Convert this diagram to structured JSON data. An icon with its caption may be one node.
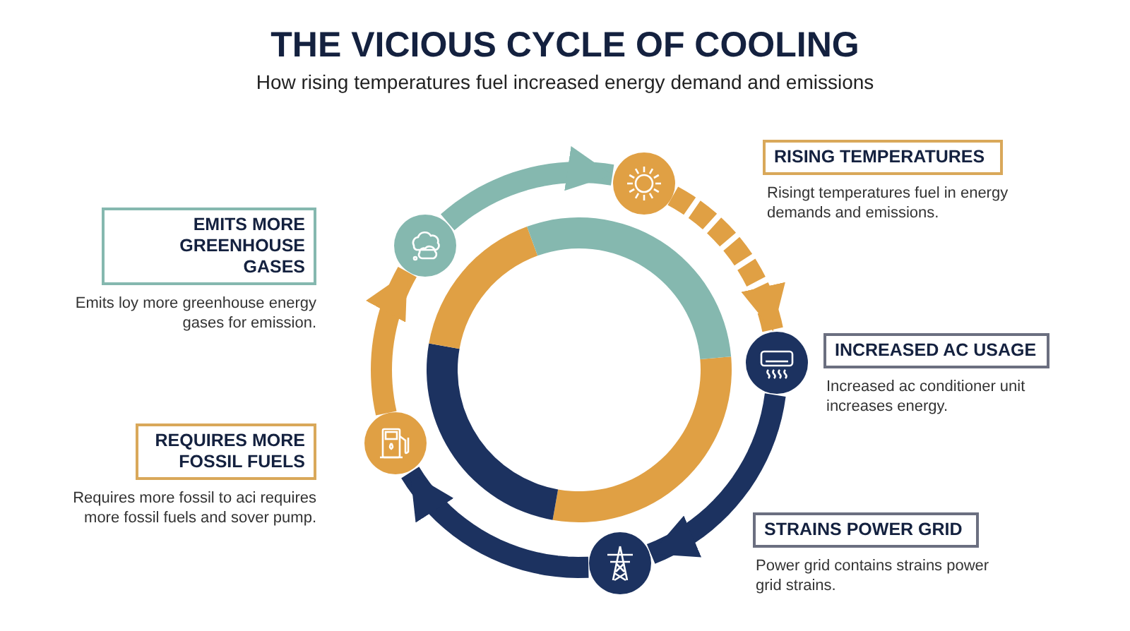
{
  "diagram": {
    "title": "THE VICIOUS CYCLE OF COOLING",
    "nodes": [
      {
        "text": [
          "RISING TEMPERATURES"
        ],
        "beside": [
          "Risingt temperatures fuel in energy demands and emissions."
        ]
      },
      {
        "text": [
          "INCREASED AC USAGE"
        ],
        "beside": [
          "Increased ac conditioner unit increases energy."
        ]
      },
      {
        "text": [
          "STRAINS POWER GRID"
        ],
        "beside": [
          "Power grid contains strains power grid strains."
        ]
      },
      {
        "text": [
          "REQUIRES MORE FOSSIL FUELS"
        ],
        "beside": [
          "Requires more fossil to aci requires more fossil fuels and sover pump."
        ]
      },
      {
        "text": [
          "EMITS MORE GREENHOUSE GASES"
        ],
        "beside": [
          "Emits loy more greenhouse energy gases for emission."
        ]
      },
      {
        "text": [],
        "shape": "circle"
      },
      {
        "text": [],
        "shape": "circle"
      },
      {
        "text": [],
        "shape": "circle"
      },
      {
        "text": [],
        "shape": "circle"
      },
      {
        "text": [],
        "shape": "circle"
      }
    ],
    "edges": [
      {
        "from": 5,
        "to": 6,
        "arrow": "to",
        "style": "dashed",
        "color": "#e0a044"
      },
      {
        "from": 6,
        "to": 7,
        "arrow": "to",
        "color": "#1c3260"
      },
      {
        "from": 7,
        "to": 8,
        "arrow": "to",
        "color": "#1c3260"
      },
      {
        "from": 8,
        "to": 9,
        "arrow": "to",
        "color": "#e0a044"
      },
      {
        "from": 9,
        "to": 5,
        "arrow": "to",
        "color": "#85b8af"
      }
    ],
    "labels": [
      "How rising temperatures fuel increased energy demand and emissions"
    ]
  }
}
